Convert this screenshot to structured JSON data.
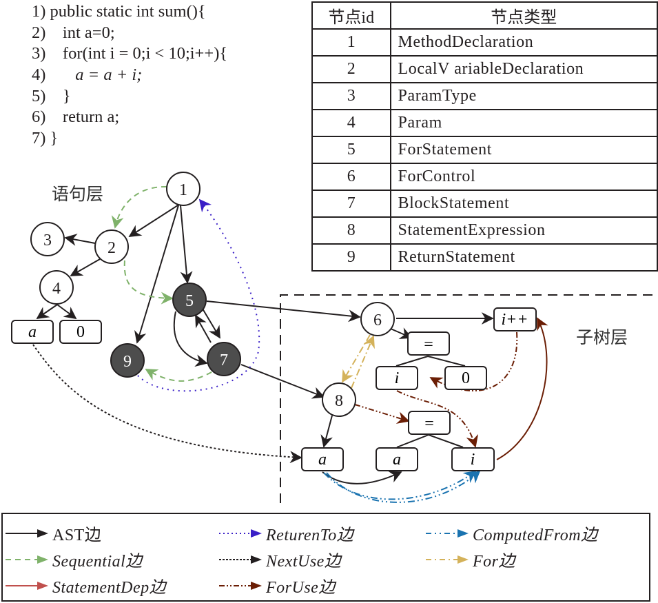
{
  "code": {
    "lines": [
      {
        "num": "1)",
        "text": "public static int sum(){"
      },
      {
        "num": "2)",
        "text": "int a=0;"
      },
      {
        "num": "3)",
        "text": "for(int i = 0;i < 10;i++){"
      },
      {
        "num": "4)",
        "text": "a = a + i;"
      },
      {
        "num": "5)",
        "text": "}"
      },
      {
        "num": "6)",
        "text": "return a;"
      },
      {
        "num": "7)",
        "text": "}"
      }
    ]
  },
  "table": {
    "headers": [
      "节点id",
      "节点类型"
    ],
    "rows": [
      {
        "id": "1",
        "type": "MethodDeclaration"
      },
      {
        "id": "2",
        "type": "LocalV ariableDeclaration"
      },
      {
        "id": "3",
        "type": "ParamType"
      },
      {
        "id": "4",
        "type": "Param"
      },
      {
        "id": "5",
        "type": "ForStatement"
      },
      {
        "id": "6",
        "type": "ForControl"
      },
      {
        "id": "7",
        "type": "BlockStatement"
      },
      {
        "id": "8",
        "type": "StatementExpression"
      },
      {
        "id": "9",
        "type": "ReturnStatement"
      }
    ]
  },
  "labels": {
    "statement_layer": "语句层",
    "subtree_layer": "子树层"
  },
  "colors": {
    "ast": "#231f20",
    "sequential": "#7fb26a",
    "statement_dep": "#c0504d",
    "returen_to": "#3a1fc7",
    "next_use": "#231f20",
    "for_use": "#6b1e05",
    "computed_from": "#1a73b0",
    "for": "#d4b25a",
    "dark_node": "#4d4d4d"
  },
  "nodes": {
    "n1": "1",
    "n2": "2",
    "n3": "3",
    "n4": "4",
    "n5": "5",
    "n6": "6",
    "n7": "7",
    "n8": "8",
    "n9": "9",
    "leaf_a_decl": "a",
    "leaf_0_decl": "0",
    "leaf_ipp": "i++",
    "assign_init": "=",
    "leaf_i_init": "i",
    "leaf_0_init": "0",
    "assign_body": "=",
    "leaf_a_lhs": "a",
    "leaf_a_rhs": "a",
    "leaf_i_rhs": "i"
  },
  "legend": [
    {
      "key": "ast",
      "label": "AST边",
      "italic": false
    },
    {
      "key": "sequential",
      "label": "Sequential边",
      "italic": true
    },
    {
      "key": "statement_dep",
      "label": "StatementDep边",
      "italic": true
    },
    {
      "key": "returen_to",
      "label": "ReturenTo边",
      "italic": true
    },
    {
      "key": "next_use",
      "label": "NextUse边",
      "italic": true
    },
    {
      "key": "for_use",
      "label": "ForUse边",
      "italic": true
    },
    {
      "key": "computed_from",
      "label": "ComputedFrom边",
      "italic": true
    },
    {
      "key": "for",
      "label": "For边",
      "italic": true
    }
  ]
}
